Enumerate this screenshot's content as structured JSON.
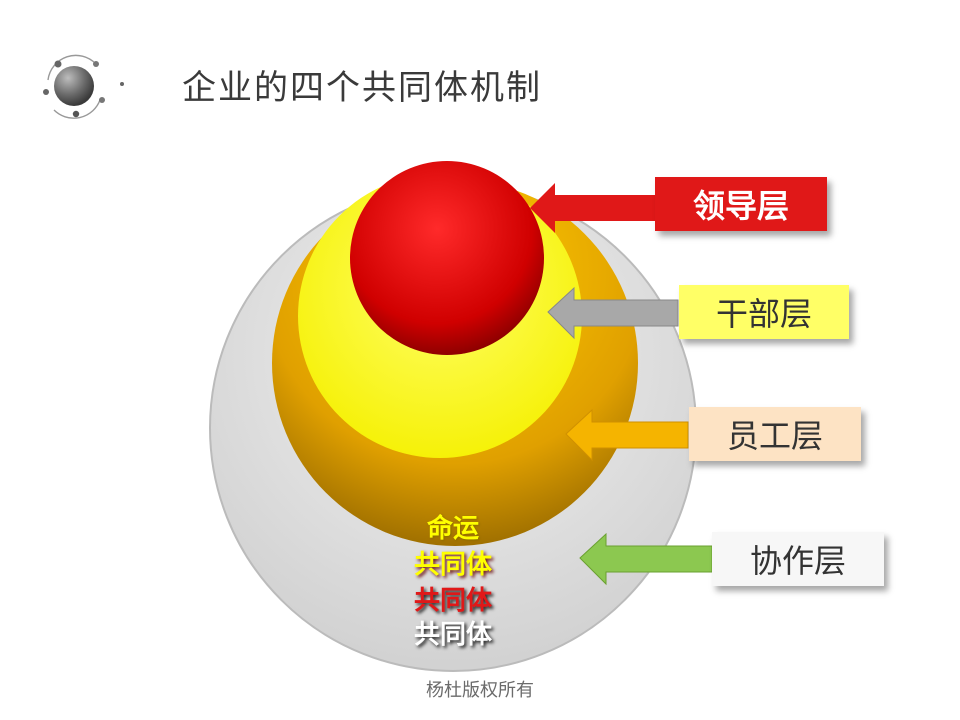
{
  "title": "企业的四个共同体机制",
  "layers": {
    "leader": "领导层",
    "cadre": "干部层",
    "staff": "员工层",
    "collab": "协作层"
  },
  "inner_labels": [
    "命运",
    "共同体",
    "共同体",
    "共同体"
  ],
  "footer": "杨杜版权所有",
  "colors": {
    "red": "#e01818",
    "yellow": "#ffff00",
    "orange": "#f0b000",
    "gray_circle": "#dcdcdc",
    "gray_arrow": "#a0a0a0",
    "green_arrow": "#8cc850"
  }
}
